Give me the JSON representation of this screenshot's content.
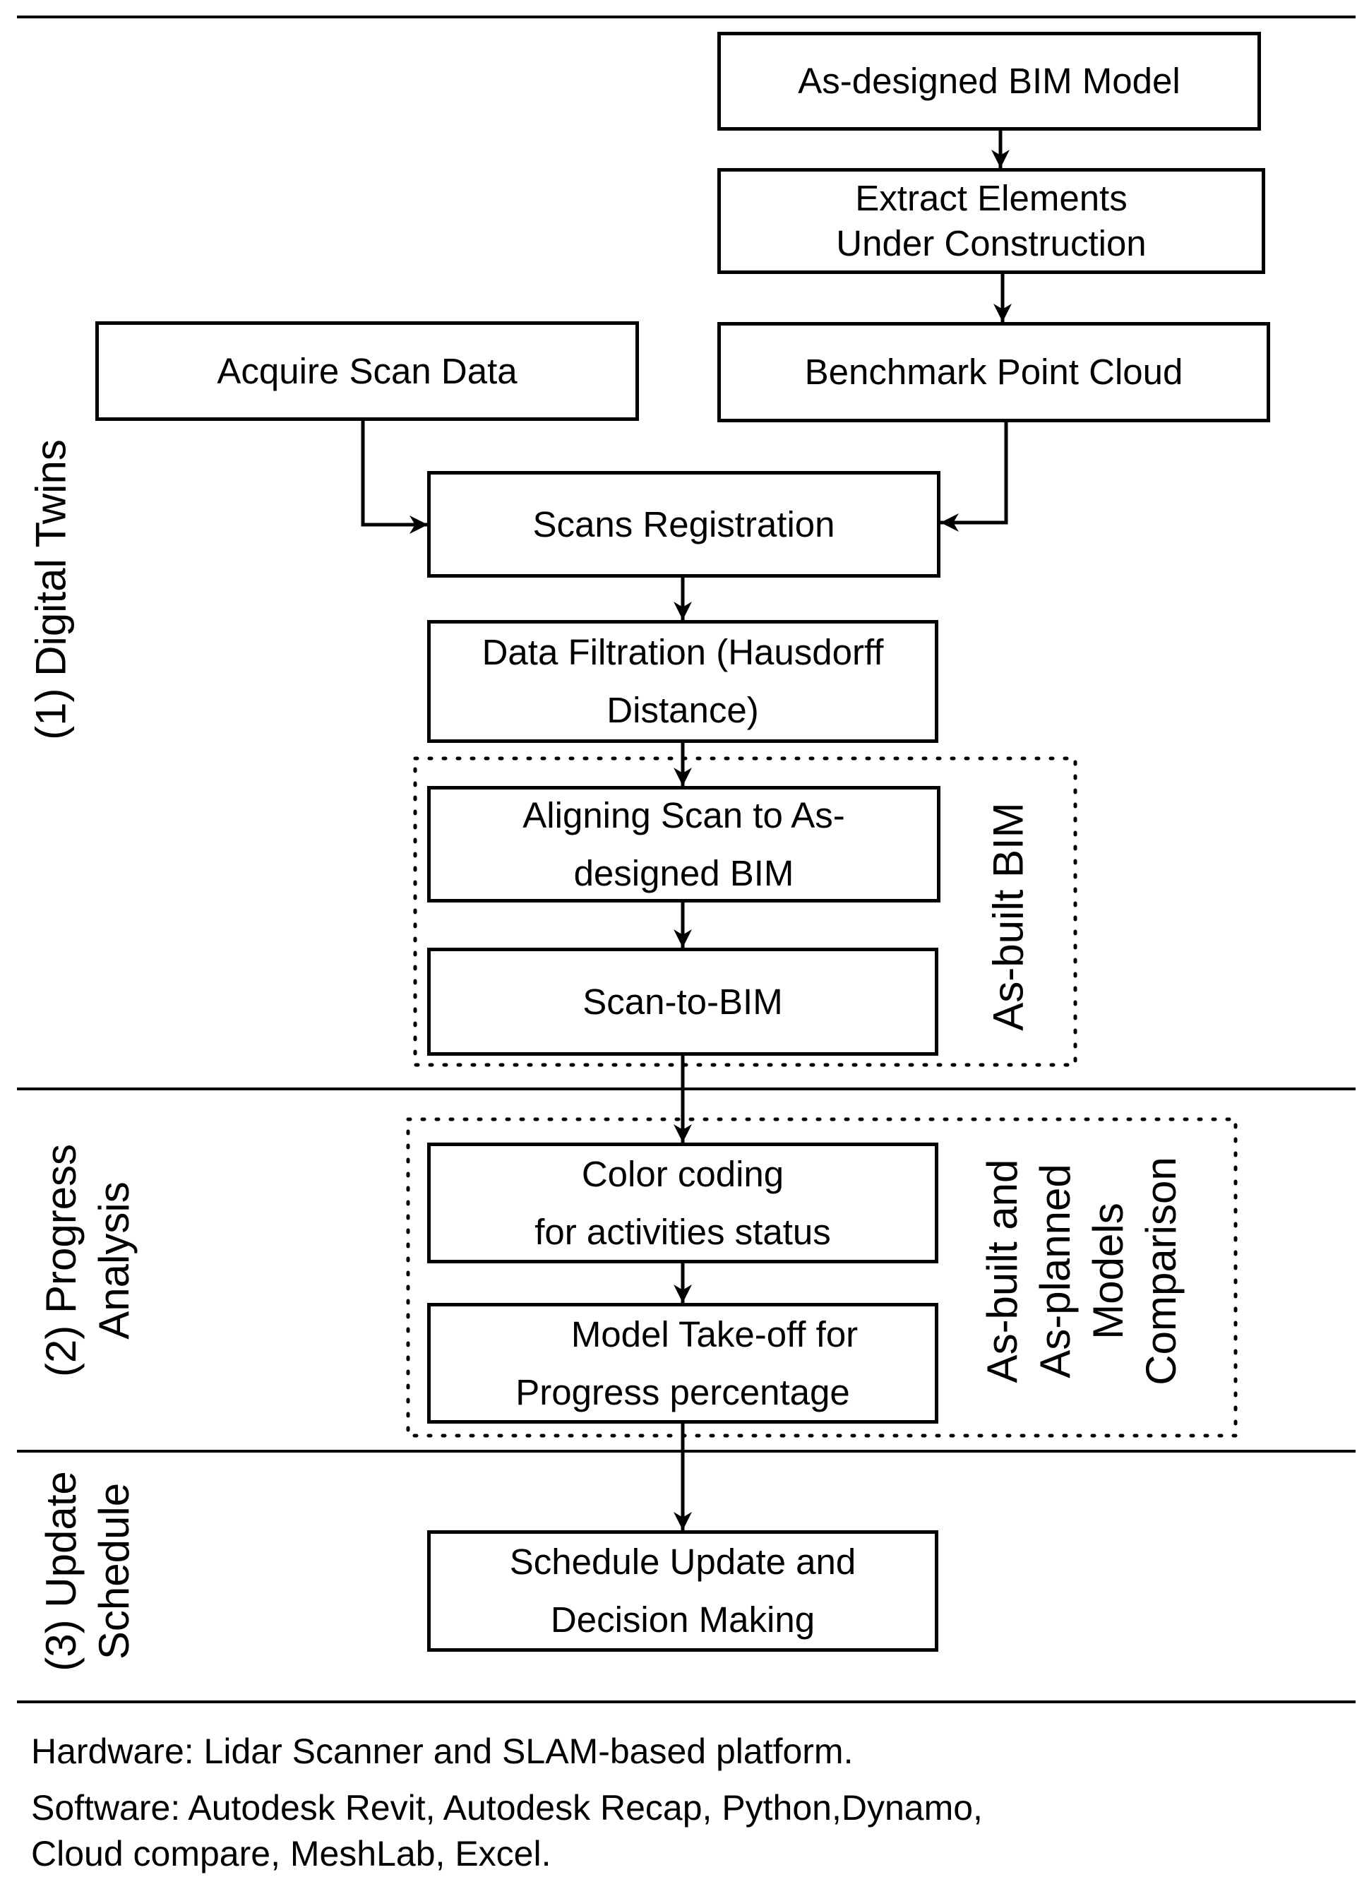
{
  "stages": {
    "digital_twins": "(1) Digital Twins",
    "progress_analysis": [
      "(2) Progress",
      "Analysis"
    ],
    "update_schedule": [
      "(3) Update",
      "Schedule"
    ]
  },
  "groups": {
    "as_built_bim": "As-built BIM",
    "comparison": [
      "As-built and",
      "As-planned",
      "Models",
      "Comparison"
    ]
  },
  "boxes": {
    "as_designed_bim": [
      "As-designed BIM Model"
    ],
    "extract_elements": [
      "Extract Elements",
      "Under Construction"
    ],
    "acquire_scan": [
      "Acquire Scan Data"
    ],
    "benchmark_cloud": [
      "Benchmark Point Cloud"
    ],
    "scans_registration": [
      "Scans Registration"
    ],
    "data_filtration": [
      "Data Filtration (Hausdorff",
      "Distance)"
    ],
    "aligning_scan": [
      "Aligning Scan to As-",
      "designed BIM"
    ],
    "scan_to_bim": [
      "Scan-to-BIM"
    ],
    "color_coding": [
      "Color coding",
      "for activities status"
    ],
    "model_takeoff": [
      "Model Take-off for",
      "Progress percentage"
    ],
    "schedule_update": [
      "Schedule Update and",
      "Decision Making"
    ]
  },
  "footer": {
    "hardware": "Hardware: Lidar Scanner and SLAM-based platform.",
    "software": [
      "Software: Autodesk Revit, Autodesk Recap, Python,Dynamo,",
      "Cloud compare, MeshLab, Excel."
    ]
  }
}
